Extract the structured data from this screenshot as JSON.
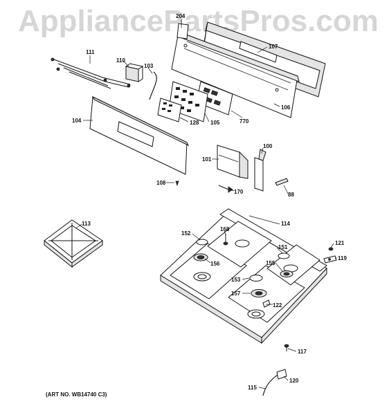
{
  "watermark": "AppliancePartsPros.com",
  "art_number": "(ART NO. WB14740 C3)",
  "part_labels": {
    "p204": "204",
    "p107": "107",
    "p111": "111",
    "p110": "110",
    "p103": "103",
    "p106": "106",
    "p770": "770",
    "p128": "128",
    "p105": "105",
    "p104": "104",
    "p100": "100",
    "p101": "101",
    "p108": "108",
    "p170": "170",
    "p88": "88",
    "p113": "113",
    "p114": "114",
    "p152": "152",
    "p168": "168",
    "p156": "156",
    "p151": "151",
    "p155": "155",
    "p153": "153",
    "p157": "157",
    "p122": "122",
    "p121": "121",
    "p119": "119",
    "p117": "117",
    "p120": "120",
    "p115": "115"
  }
}
